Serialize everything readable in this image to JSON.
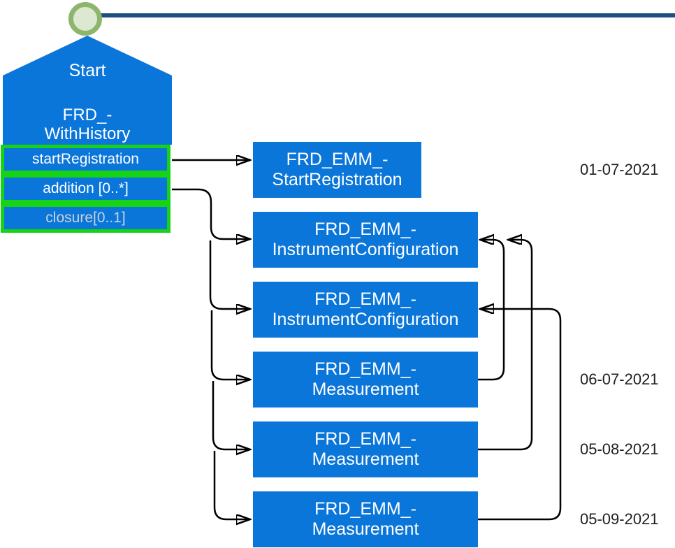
{
  "colors": {
    "shape_blue": "#0b76da",
    "port_green": "#16d316",
    "timeline_navy": "#1c4f82",
    "ring_green": "#8db56e",
    "ring_fill": "#dce8d0",
    "muted_label": "#c9d2da",
    "date_text": "#202020",
    "connector_black": "#000000"
  },
  "start_node": {
    "title": "Start",
    "name_line1": "FRD_-",
    "name_line2": "WithHistory",
    "ports": [
      {
        "label": "startRegistration"
      },
      {
        "label": "addition [0..*]"
      },
      {
        "label": "closure[0..1]"
      }
    ]
  },
  "event_boxes": [
    {
      "line1": "FRD_EMM_-",
      "line2": "StartRegistration"
    },
    {
      "line1": "FRD_EMM_-",
      "line2": "InstrumentConfiguration"
    },
    {
      "line1": "FRD_EMM_-",
      "line2": "InstrumentConfiguration"
    },
    {
      "line1": "FRD_EMM_-",
      "line2": "Measurement"
    },
    {
      "line1": "FRD_EMM_-",
      "line2": "Measurement"
    },
    {
      "line1": "FRD_EMM_-",
      "line2": "Measurement"
    }
  ],
  "dates": [
    "01-07-2021",
    "06-07-2021",
    "05-08-2021",
    "05-09-2021"
  ]
}
